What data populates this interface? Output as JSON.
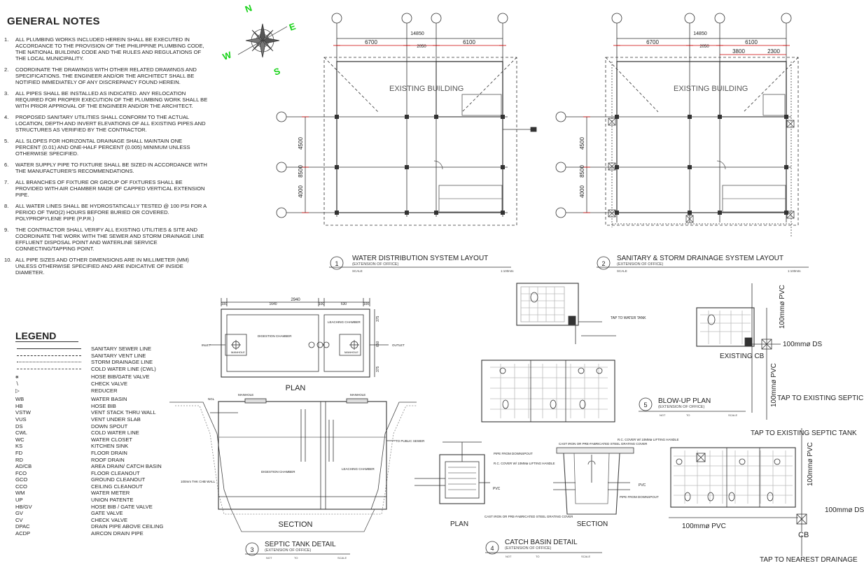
{
  "general_notes": {
    "title": "GENERAL NOTES",
    "items": [
      {
        "num": "1.",
        "text": "ALL PLUMBING WORKS INCLUDED HEREIN SHALL BE EXECUTED IN ACCORDANCE TO THE PROVISION OF THE PHILIPPINE PLUMBING CODE, THE NATIONAL BUILDING CODE AND THE RULES AND REGULATIONS OF THE LOCAL MUNICIPALITY."
      },
      {
        "num": "2.",
        "text": "COORDINATE THE DRAWINGS WITH OTHER RELATED DRAWINGS AND SPECIFICATIONS. THE ENGINEER AND/OR THE ARCHITECT SHALL BE NOTIFIED IMMEDIATELY OF ANY DISCREPANCY FOUND HEREIN."
      },
      {
        "num": "3.",
        "text": "ALL PIPES SHALL BE INSTALLED AS INDICATED. ANY RELOCATION REQUIRED FOR PROPER EXECUTION OF THE PLUMBING WORK SHALL BE WITH PRIOR APPROVAL OF THE ENGINEER AND/OR THE ARCHITECT."
      },
      {
        "num": "4.",
        "text": "PROPOSED SANITARY UTILITIES SHALL CONFORM TO THE ACTUAL LOCATION, DEPTH AND INVERT ELEVATIONS OF ALL EXISTING PIPES AND STRUCTURES AS VERIFIED BY THE CONTRACTOR."
      },
      {
        "num": "5.",
        "text": "ALL SLOPES FOR HORIZONTAL DRAINAGE SHALL MAINTAIN ONE PERCENT (0.01) AND ONE-HALF PERCENT (0.005) MINIMUM UNLESS OTHERWISE SPECIFIED."
      },
      {
        "num": "6.",
        "text": "WATER SUPPLY PIPE TO FIXTURE SHALL BE SIZED IN ACCORDANCE WITH THE MANUFACTURER'S RECOMMENDATIONS."
      },
      {
        "num": "7.",
        "text": "ALL BRANCHES OF FIXTURE OR GROUP OF FIXTURES SHALL BE PROVIDED WITH AIR CHAMBER MADE OF CAPPED VERTICAL EXTENSION PIPE."
      },
      {
        "num": "8.",
        "text": "ALL WATER LINES SHALL BE HYDROSTATICALLY TESTED @ 100 PSI FOR A PERIOD OF TWO(2) HOURS BEFORE BURIED OR COVERED. POLYPROPYLENE PIPE (P.P.R.)"
      },
      {
        "num": "9.",
        "text": "THE CONTRACTOR SHALL VERIFY ALL EXISTING UTILITIES & SITE AND COORDINATE THE WORK WITH THE SEWER AND STORM DRAINAGE LINE EFFLUENT DISPOSAL POINT AND WATERLINE SERVICE CONNECTING/TAPPING POINT."
      },
      {
        "num": "10.",
        "text": "ALL PIPE SIZES AND OTHER DIMENSIONS ARE IN MILLIMETER (MM) UNLESS OTHERWISE SPECIFIED AND ARE INDICATIVE OF INSIDE DIAMETER."
      }
    ]
  },
  "legend": {
    "title": "LEGEND",
    "lines": [
      {
        "style": "solid",
        "label": "SANITARY SEWER LINE"
      },
      {
        "style": "dash",
        "label": "SANITARY VENT LINE"
      },
      {
        "style": "dot",
        "label": "STORM DRAINAGE LINE"
      },
      {
        "style": "dd",
        "label": "COLD WATER LINE (CWL)"
      }
    ],
    "symbols": [
      {
        "sym": "",
        "label": "HOSE BIB/GATE VALVE"
      },
      {
        "sym": "",
        "label": "CHECK VALVE"
      },
      {
        "sym": "",
        "label": "REDUCER"
      }
    ],
    "abbreviations": [
      {
        "abbr": "WB",
        "label": "WATER BASIN"
      },
      {
        "abbr": "HB",
        "label": "HOSE BIB"
      },
      {
        "abbr": "VSTW",
        "label": "VENT STACK THRU WALL"
      },
      {
        "abbr": "VUS",
        "label": "VENT UNDER SLAB"
      },
      {
        "abbr": "DS",
        "label": "DOWN SPOUT"
      },
      {
        "abbr": "CWL",
        "label": "COLD WATER LINE"
      },
      {
        "abbr": "WC",
        "label": "WATER CLOSET"
      },
      {
        "abbr": "KS",
        "label": "KITCHEN SINK"
      },
      {
        "abbr": "FD",
        "label": "FLOOR DRAIN"
      },
      {
        "abbr": "RD",
        "label": "ROOF DRAIN"
      },
      {
        "abbr": "AD/CB",
        "label": "AREA DRAIN/ CATCH BASIN"
      },
      {
        "abbr": "FCO",
        "label": "FLOOR CLEANOUT"
      },
      {
        "abbr": "GCO",
        "label": "GROUND CLEANOUT"
      },
      {
        "abbr": "CCO",
        "label": "CEILING CLEANOUT"
      },
      {
        "abbr": "WM",
        "label": "WATER METER"
      },
      {
        "abbr": "UP",
        "label": "UNION PATENTE"
      },
      {
        "abbr": "HB/GV",
        "label": "HOSE BIB / GATE VALVE"
      },
      {
        "abbr": "GV",
        "label": "GATE VALVE"
      },
      {
        "abbr": "CV",
        "label": "CHECK VALVE"
      },
      {
        "abbr": "DPAC",
        "label": "DRAIN PIPE ABOVE CEILING"
      },
      {
        "abbr": "ACDP",
        "label": "AIRCON DRAIN PIPE"
      }
    ]
  },
  "compass": {
    "n": "N",
    "e": "E",
    "s": "S",
    "w": "W",
    "color": "#17d217"
  },
  "plan1": {
    "dims": {
      "total": "14850",
      "left": "6700",
      "mid": "2050",
      "right": "6100",
      "h_total": "8500",
      "h_top": "4500",
      "h_bot": "4000"
    },
    "building_label": "EXISTING BUILDING",
    "title_num": "1",
    "title": "WATER DISTRIBUTION SYSTEM LAYOUT",
    "subtitle": "(EXTENSION OF OFFICE)",
    "scale_label": "SCALE",
    "scale_value": "1:100mts"
  },
  "plan2": {
    "dims": {
      "total": "14850",
      "left": "6700",
      "mid": "2050",
      "right": "6100",
      "r1": "3800",
      "r2": "2300",
      "h_total": "8500",
      "h_top": "4500",
      "h_bot": "4000"
    },
    "building_label": "EXISTING BUILDING",
    "title_num": "2",
    "title": "SANITARY & STORM DRAINAGE SYSTEM LAYOUT",
    "subtitle": "(EXTENSION OF OFFICE)",
    "scale_label": "SCALE",
    "scale_value": "1:100mts"
  },
  "septic": {
    "dims": {
      "total": "2940",
      "d1": "100",
      "d2": "1640",
      "d3": "100",
      "d4": "630",
      "d5": "100",
      "v1": "375",
      "v2": "650",
      "v3": "375"
    },
    "digestion_chamber": "DIGESTION CHAMBER",
    "leaching_chamber": "LEACHING CHAMBER",
    "manhole": "MANHOLE",
    "inlet": "INLET",
    "outlet": "OUTLET",
    "plan_label": "PLAN",
    "section_label": "SECTION",
    "to_public_sewer": "TO PUBLIC SEWER",
    "chb_wall": "100mm THK CHB WALL",
    "ngl": "NGL",
    "title_num": "3",
    "title": "SEPTIC TANK DETAIL",
    "subtitle": "(EXTENSION OF OFFICE)",
    "scale_a": "NOT",
    "scale_b": "TO",
    "scale_c": "SCALE"
  },
  "catch_basin": {
    "plan_label": "PLAN",
    "section_label": "SECTION",
    "pipe_from_downspout": "PIPE FROM DOWNSPOUT",
    "rc_cover": "R.C. COVER W/ 10MMø LIFTING HANDLE",
    "cast_iron": "CAST IRON OR PRE-FABRICATED STEEL GRATING COVER",
    "pvc": "PVC",
    "title_num": "4",
    "title": "CATCH BASIN DETAIL",
    "subtitle": "(EXTENSION OF OFFICE)",
    "scale_a": "NOT",
    "scale_b": "TO",
    "scale_c": "SCALE"
  },
  "blowup": {
    "tap_water": "TAP TO WATER TANK",
    "pvc_100": "100mmø PVC",
    "ds_100": "100mmø DS",
    "existing_cb": "EXISTING CB",
    "tap_septic": "TAP TO EXISTING SEPTIC TANK",
    "tap_septic_top": "TAP TO EXISTING SEPTIC TANK",
    "pvc_100b": "100mmø PVC",
    "ds_100b": "100mmø DS",
    "pvc_100c": "100mmø PVC",
    "cb": "CB",
    "tap_drainage": "TAP TO NEAREST DRAINAGE",
    "title_num": "5",
    "title": "BLOW-UP PLAN",
    "subtitle": "(EXTENSION OF OFFICE)",
    "scale_a": "NOT",
    "scale_b": "TO",
    "scale_c": "SCALE"
  }
}
